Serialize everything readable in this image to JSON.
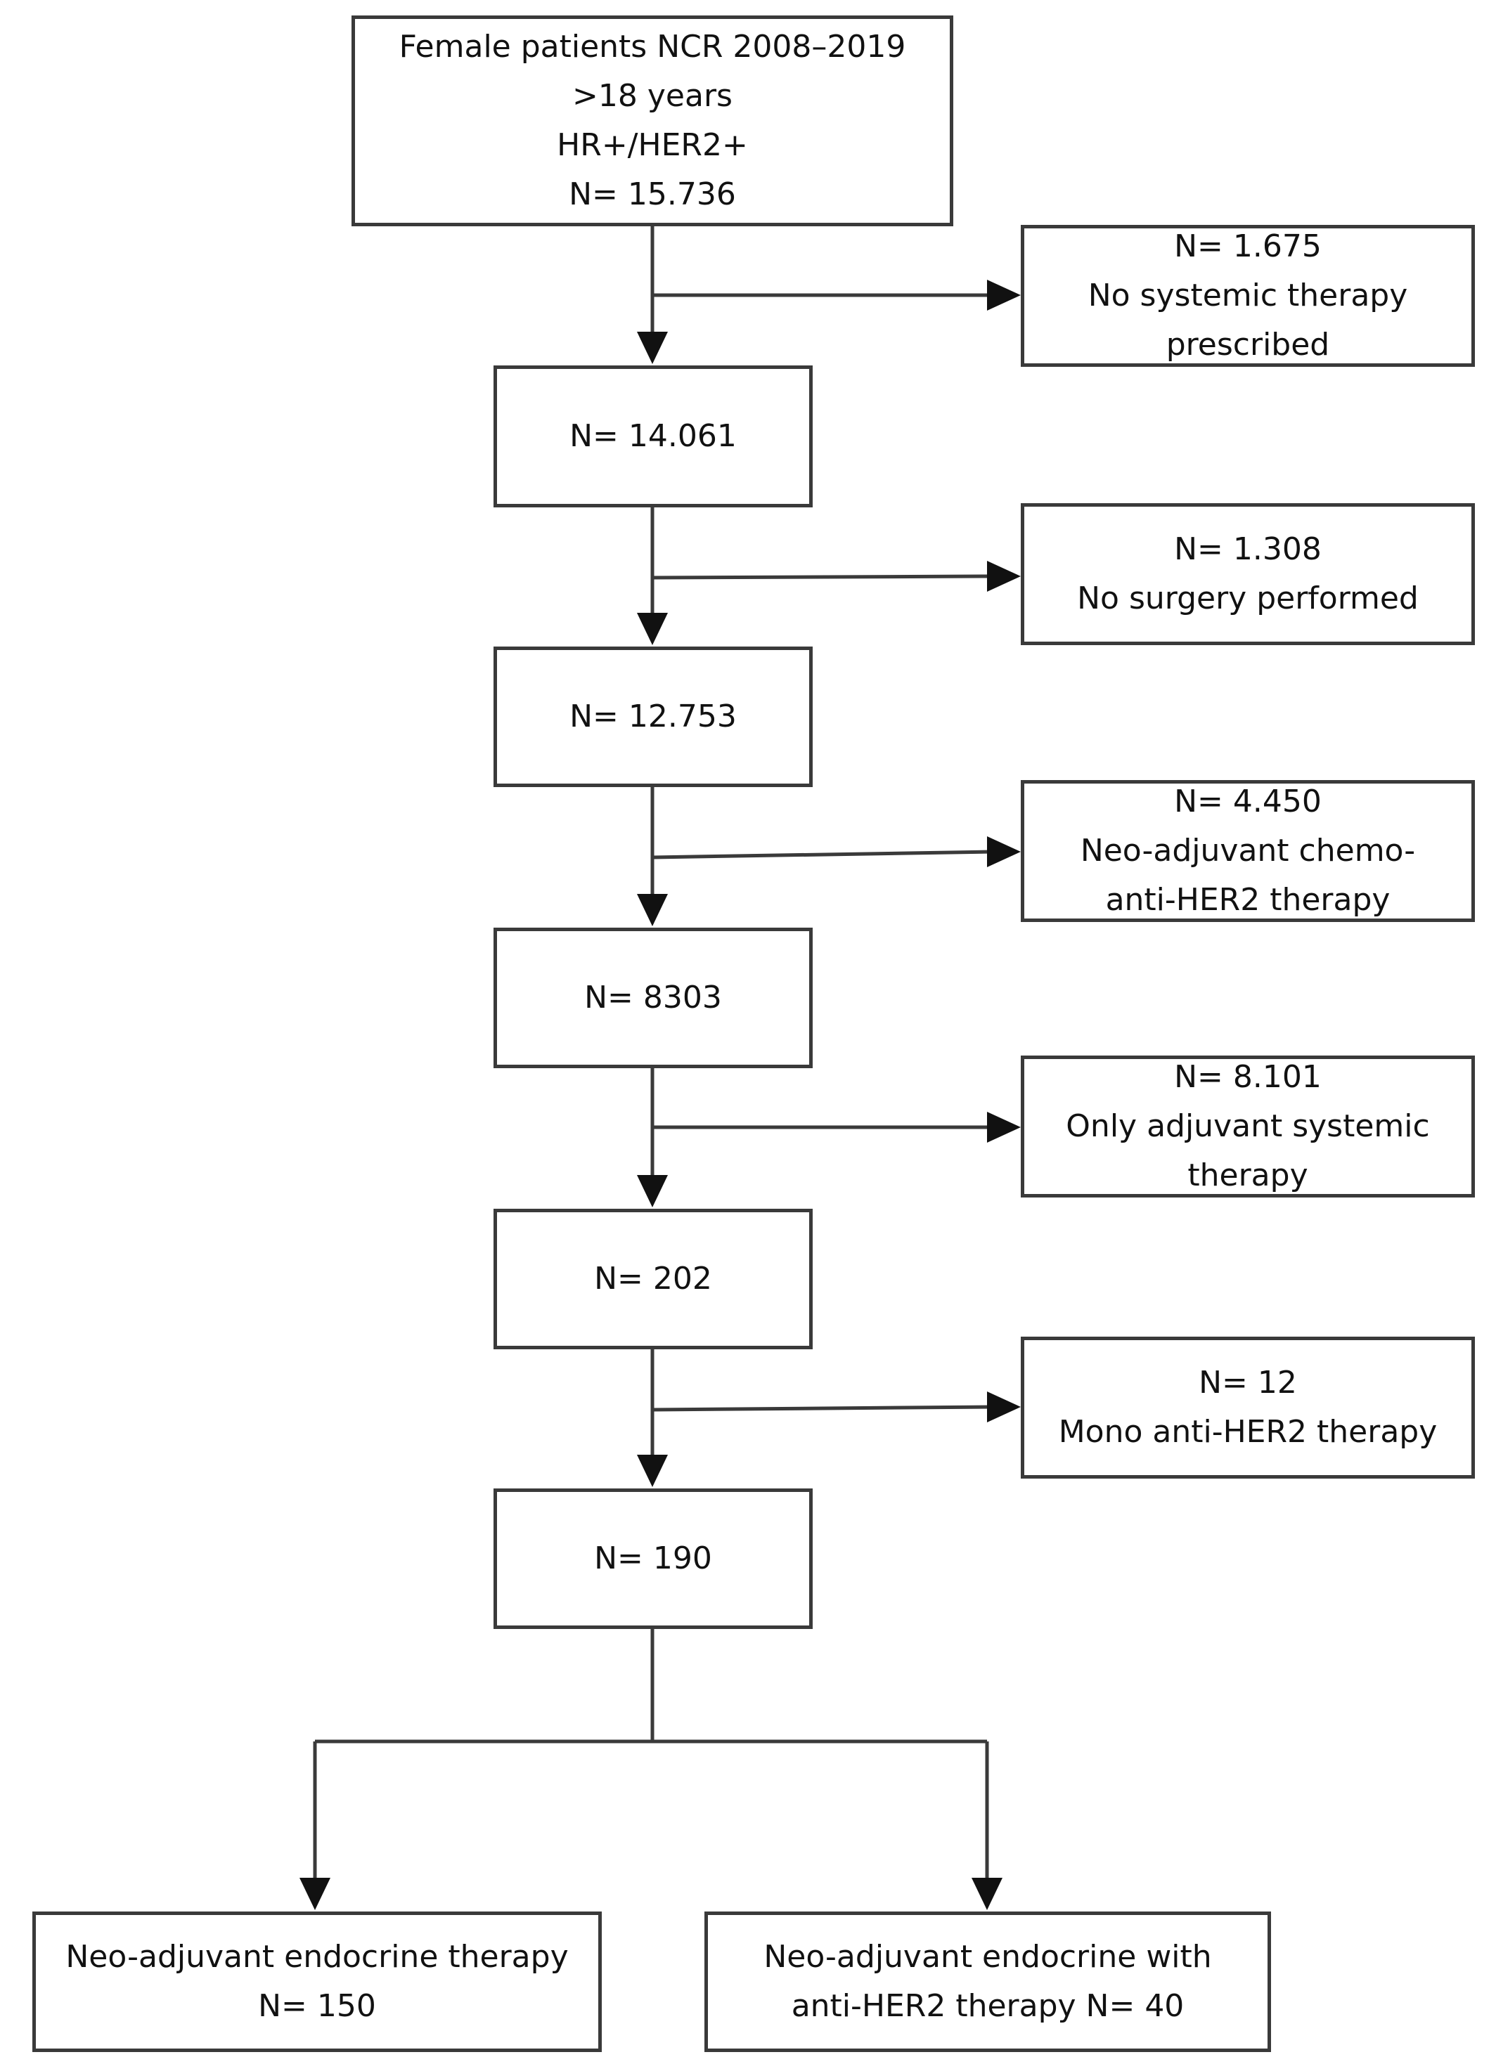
{
  "boxes": {
    "root": {
      "lines": [
        "Female patients NCR 2008–2019",
        ">18 years",
        "HR+/HER2+",
        "N= 15.736"
      ]
    },
    "step1": {
      "lines": [
        "N= 14.061"
      ]
    },
    "step2": {
      "lines": [
        "N= 12.753"
      ]
    },
    "step3": {
      "lines": [
        "N= 8303"
      ]
    },
    "step4": {
      "lines": [
        "N= 202"
      ]
    },
    "step5": {
      "lines": [
        "N= 190"
      ]
    },
    "excl1": {
      "lines": [
        "N= 1.675",
        "No systemic therapy",
        "prescribed"
      ]
    },
    "excl2": {
      "lines": [
        "N= 1.308",
        "No surgery performed"
      ]
    },
    "excl3": {
      "lines": [
        "N= 4.450",
        "Neo-adjuvant chemo-",
        "anti-HER2 therapy"
      ]
    },
    "excl4": {
      "lines": [
        "N= 8.101",
        "Only adjuvant systemic",
        "therapy"
      ]
    },
    "excl5": {
      "lines": [
        "N= 12",
        "Mono anti-HER2 therapy"
      ]
    },
    "final_left": {
      "lines": [
        "Neo-adjuvant endocrine therapy",
        "N= 150"
      ]
    },
    "final_right": {
      "lines": [
        "Neo-adjuvant endocrine with",
        "anti-HER2 therapy N= 40"
      ]
    }
  }
}
